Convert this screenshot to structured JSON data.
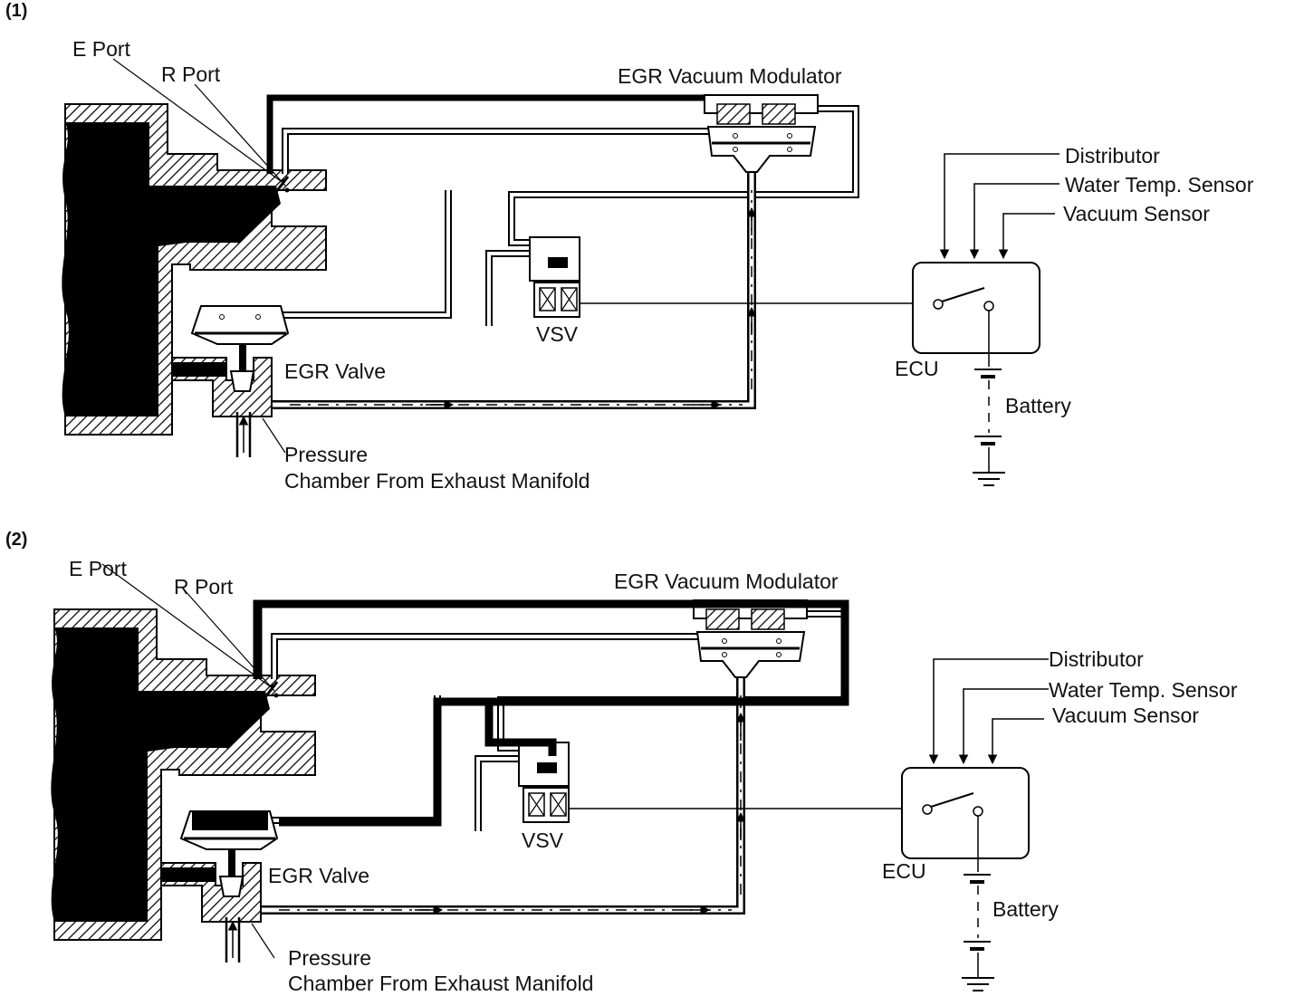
{
  "panels": [
    {
      "number": "(1)",
      "labels": {
        "e_port": "E Port",
        "r_port": "R Port",
        "modulator": "EGR Vacuum Modulator",
        "distributor": "Distributor",
        "water_temp": "Water Temp. Sensor",
        "vacuum_sensor": "Vacuum Sensor",
        "vsv": "VSV",
        "egr_valve": "EGR Valve",
        "ecu": "ECU",
        "battery": "Battery",
        "pressure": "Pressure",
        "chamber": "Chamber From Exhaust Manifold"
      }
    },
    {
      "number": "(2)",
      "labels": {
        "e_port": "E Port",
        "r_port": "R Port",
        "modulator": "EGR Vacuum Modulator",
        "distributor": "Distributor",
        "water_temp": "Water Temp. Sensor",
        "vacuum_sensor": "Vacuum Sensor",
        "vsv": "VSV",
        "egr_valve": "EGR Valve",
        "ecu": "ECU",
        "battery": "Battery",
        "pressure": "Pressure",
        "chamber": "Chamber From Exhaust Manifold"
      }
    }
  ]
}
